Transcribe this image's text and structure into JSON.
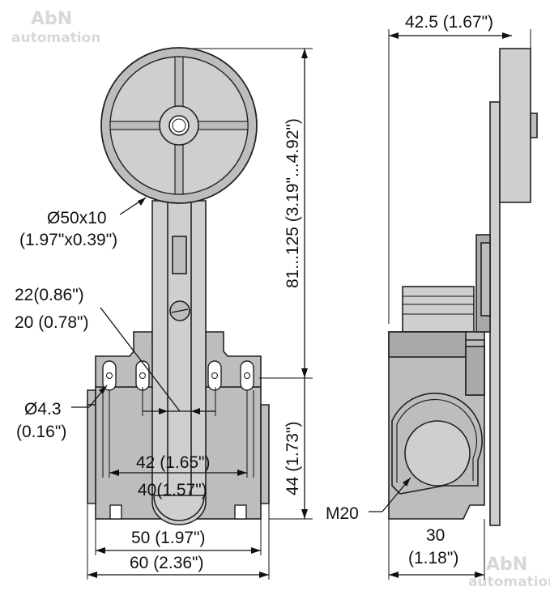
{
  "watermark": {
    "brand": "AbN",
    "sub": "automation"
  },
  "front_view": {
    "roller_dia_mm": "Ø50x10",
    "roller_dia_in": "(1.97\"x0.39\")",
    "arm_width_1": "22(0.86\")",
    "arm_width_2": "20 (0.78\")",
    "hole_dia_mm": "Ø4.3",
    "hole_dia_in": "(0.16\")",
    "hole_spacing_1": "42 (1.65\")",
    "hole_spacing_2": "40(1.57\")",
    "body_width_inner": "50 (1.97\")",
    "body_width_outer": "60 (2.36\")",
    "arm_length": "81...125 (3.19\"...4.92\")",
    "body_height": "44 (1.73\")"
  },
  "side_view": {
    "total_depth": "42.5 (1.67\")",
    "thread": "M20",
    "body_depth_mm": "30",
    "body_depth_in": "(1.18\")"
  },
  "colors": {
    "body": "#bdbdbd",
    "light": "#cfcfcf",
    "dark": "#a9a9a9",
    "line": "#111111"
  }
}
